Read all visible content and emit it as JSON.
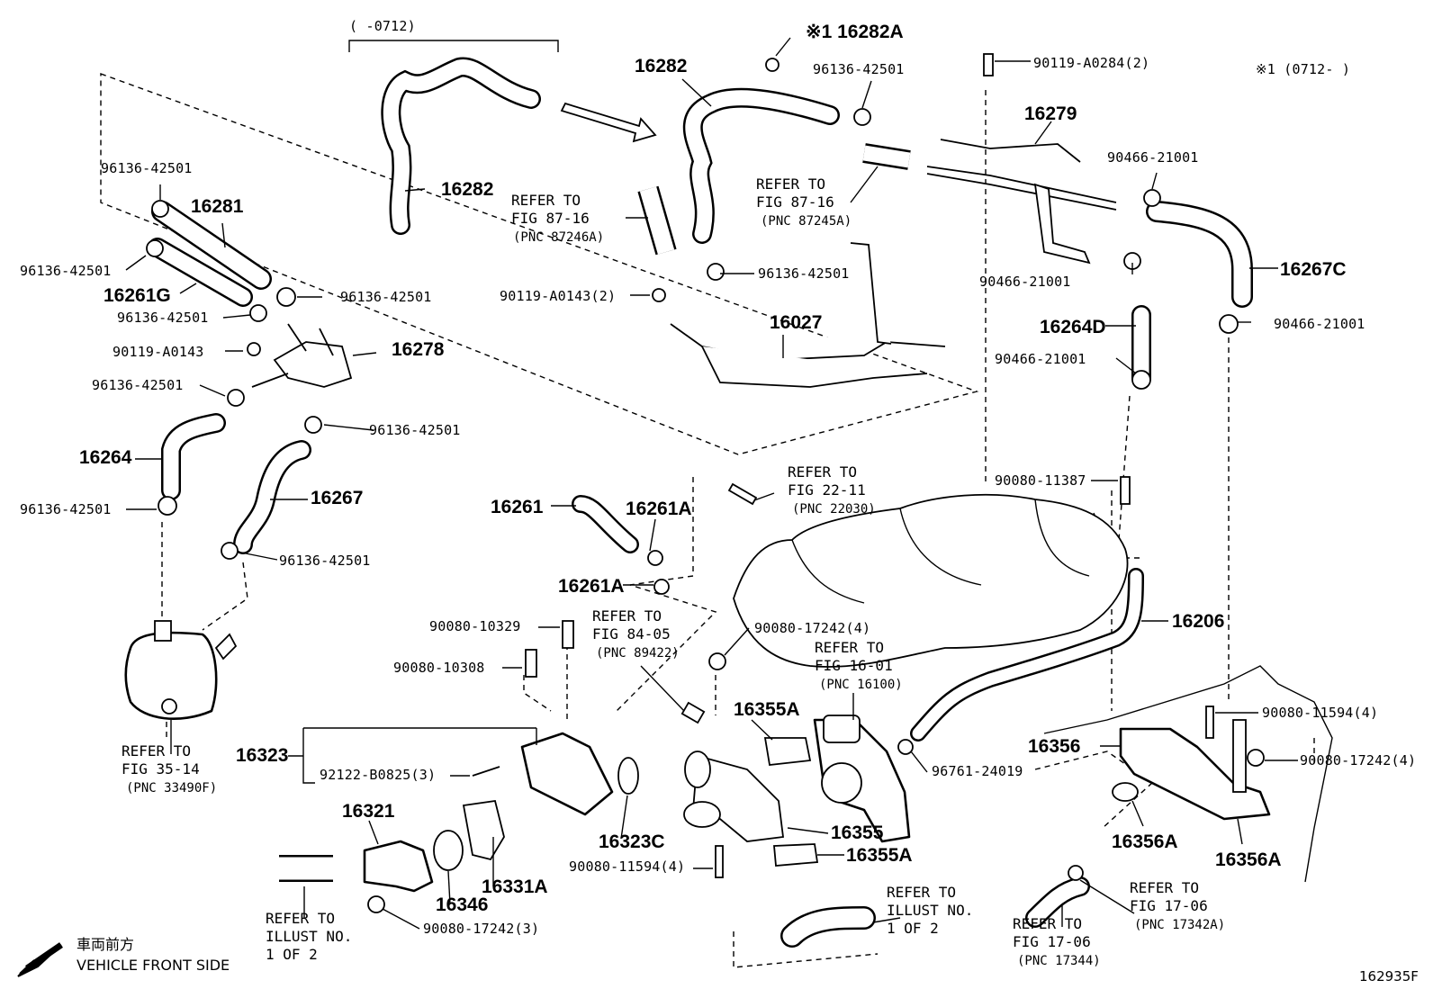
{
  "diagram_id": "162935F",
  "front_indicator": {
    "jp": "車両前方",
    "en": "VEHICLE FRONT SIDE"
  },
  "date_ranges": {
    "top_left": "(     -0712)",
    "note_1": "※1 (0712-     )"
  },
  "callouts": {
    "c16282a": "※1  16282A",
    "c16282": "16282",
    "c16282b": "16282",
    "c96136_top": "96136-42501",
    "c90119_0284": "90119-A0284(2)",
    "c16279": "16279",
    "c90466_a": "90466-21001",
    "c90466_b": "90466-21001",
    "c90466_c": "90466-21001",
    "c90466_d": "90466-21001",
    "c16267c": "16267C",
    "c16264d": "16264D",
    "c96136_l1": "96136-42501",
    "c16281": "16281",
    "c96136_l2": "96136-42501",
    "c16261g": "16261G",
    "c96136_l3": "96136-42501",
    "c96136_l4": "96136-42501",
    "c90119_0143a": "90119-A0143",
    "c16278": "16278",
    "c96136_l5": "96136-42501",
    "c96136_l6": "96136-42501",
    "c16264": "16264",
    "c96136_l7": "96136-42501",
    "c16267": "16267",
    "c96136_l8": "96136-42501",
    "c96136_mid": "96136-42501",
    "c90119_0143b": "90119-A0143(2)",
    "c16027": "16027",
    "c16261": "16261",
    "c16261a1": "16261A",
    "c16261a2": "16261A",
    "c90080_11387": "90080-11387",
    "c16206": "16206",
    "c90080_10329": "90080-10329",
    "c90080_10308": "90080-10308",
    "c90080_17242a": "90080-17242(4)",
    "c16355a1": "16355A",
    "c16323": "16323",
    "c92122": "92122-B0825(3)",
    "c16321": "16321",
    "c16323c": "16323C",
    "c90080_11594a": "90080-11594(4)",
    "c16346": "16346",
    "c16331a": "16331A",
    "c90080_17242b": "90080-17242(3)",
    "c16355": "16355",
    "c16355a2": "16355A",
    "c96761": "96761-24019",
    "c16356": "16356",
    "c90080_11594b": "90080-11594(4)",
    "c90080_17242c": "90080-17242(4)",
    "c16356a1": "16356A",
    "c16356a2": "16356A"
  },
  "references": {
    "r87_16a": {
      "l1": "REFER TO",
      "l2": "FIG 87-16",
      "l3": "(PNC 87246A)"
    },
    "r87_16b": {
      "l1": "REFER TO",
      "l2": "FIG 87-16",
      "l3": "(PNC 87245A)"
    },
    "r35_14": {
      "l1": "REFER TO",
      "l2": "FIG 35-14",
      "l3": "(PNC 33490F)"
    },
    "r22_11": {
      "l1": "REFER TO",
      "l2": "FIG 22-11",
      "l3": "(PNC 22030)"
    },
    "r84_05": {
      "l1": "REFER TO",
      "l2": "FIG 84-05",
      "l3": "(PNC 89422)"
    },
    "r16_01": {
      "l1": "REFER TO",
      "l2": "FIG 16-01",
      "l3": "(PNC 16100)"
    },
    "r17_06a": {
      "l1": "REFER TO",
      "l2": "FIG 17-06",
      "l3": "(PNC 17342A)"
    },
    "r17_06b": {
      "l1": "REFER TO",
      "l2": "FIG 17-06",
      "l3": "(PNC 17344)"
    },
    "r_illust_a": {
      "l1": "REFER TO",
      "l2": "ILLUST NO.",
      "l3": "1 OF 2"
    },
    "r_illust_b": {
      "l1": "REFER TO",
      "l2": "ILLUST NO.",
      "l3": "1 OF 2"
    }
  }
}
